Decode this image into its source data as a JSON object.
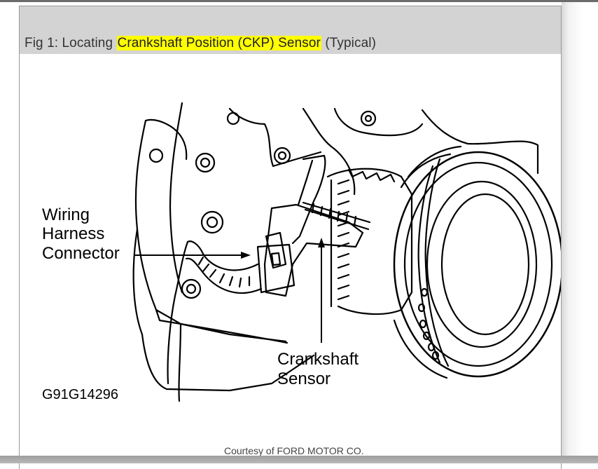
{
  "figure": {
    "caption_prefix": "Fig 1: Locating ",
    "caption_highlight": "Crankshaft Position (CKP) Sensor",
    "caption_suffix": " (Typical)",
    "highlight_color": "#ffff00",
    "callouts": {
      "wiring_line1": "Wiring",
      "wiring_line2": "Harness",
      "wiring_line3": "Connector",
      "sensor_line1": "Crankshaft",
      "sensor_line2": "Sensor"
    },
    "figure_id": "G91G14296",
    "credit": "Courtesy of FORD MOTOR CO."
  }
}
